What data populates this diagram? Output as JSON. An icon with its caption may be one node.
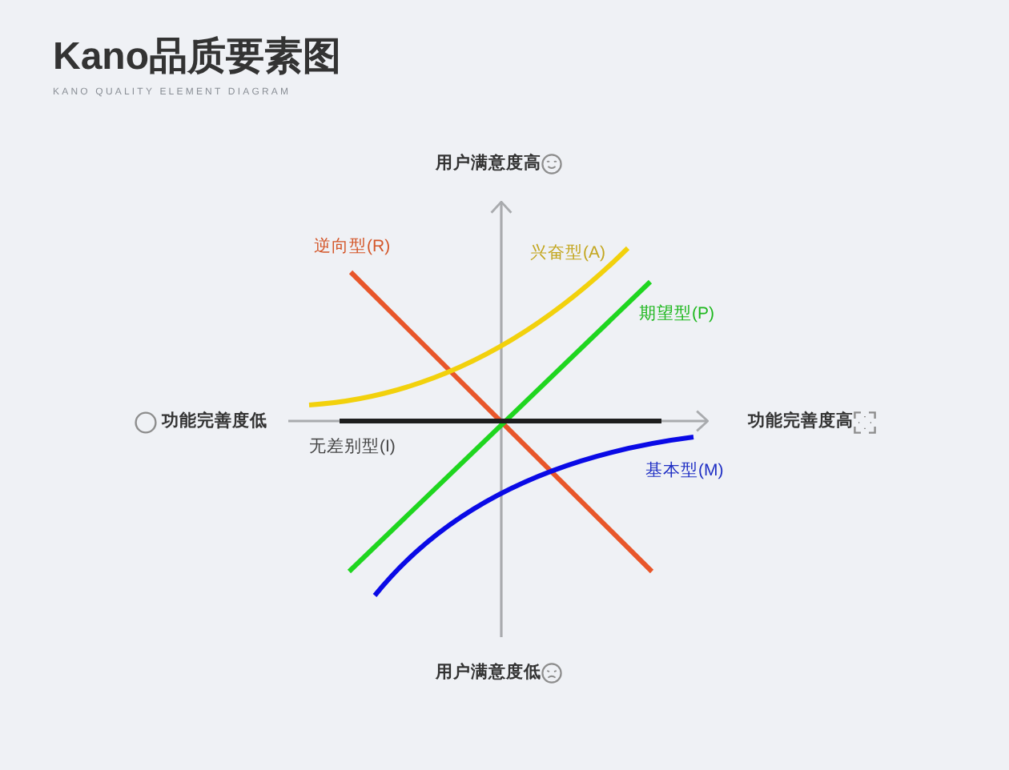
{
  "diagram": {
    "title": "Kano品质要素图",
    "labels": [
      "KANO QUALITY ELEMENT DIAGRAM",
      "用户满意度高",
      "逆向型(R)",
      "兴奋型(A)",
      "期望型(P)",
      "功能完善度低",
      "功能完善度高",
      "无差别型(I)",
      "基本型(M)",
      "用户满意度低"
    ]
  }
}
